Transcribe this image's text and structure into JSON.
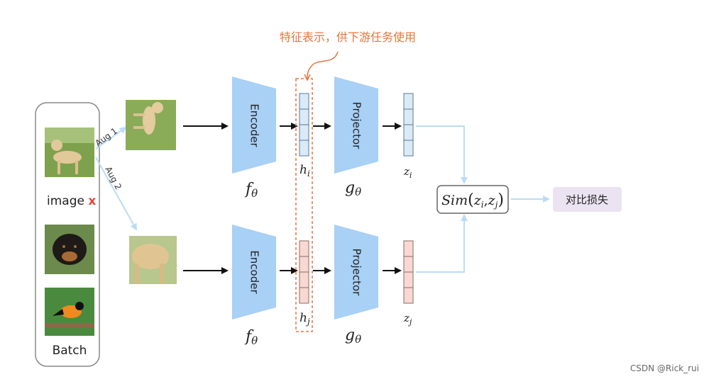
{
  "annotation": {
    "text": "特征表示，供下游任务使用",
    "color": "#e8743b"
  },
  "batch": {
    "image_label": "image ",
    "image_mark": "x",
    "batch_label": "Batch"
  },
  "augmentations": {
    "aug1": "Aug 1",
    "aug2": "Aug 2"
  },
  "encoders": {
    "top": {
      "label": "Encoder",
      "fn": "f",
      "sub": "θ"
    },
    "bottom": {
      "label": "Encoder",
      "fn": "f",
      "sub": "θ"
    }
  },
  "representations": {
    "top": {
      "sym": "h",
      "sub": "i"
    },
    "bottom": {
      "sym": "h",
      "sub": "j"
    }
  },
  "projectors": {
    "top": {
      "label": "Projector",
      "fn": "g",
      "sub": "θ"
    },
    "bottom": {
      "label": "Projector",
      "fn": "g",
      "sub": "θ"
    }
  },
  "projections": {
    "top": {
      "sym": "z",
      "sub": "i"
    },
    "bottom": {
      "sym": "z",
      "sub": "j"
    }
  },
  "similarity": {
    "fn": "Sim",
    "open": "(",
    "arg1": "z",
    "sub1": "i",
    "comma": ",",
    "arg2": "z",
    "sub2": "j",
    "close": ")"
  },
  "loss": {
    "label": "对比损失"
  },
  "watermark": {
    "text": "CSDN @Rick_rui"
  },
  "colors": {
    "trapezoid": "#a9d0f5",
    "vector_top": "#dbeaf7",
    "vector_bottom": "#fad8d2",
    "loss_box": "#ebe3f2",
    "light_arrow": "#bcdcf3",
    "accent_red": "#e8443b"
  }
}
